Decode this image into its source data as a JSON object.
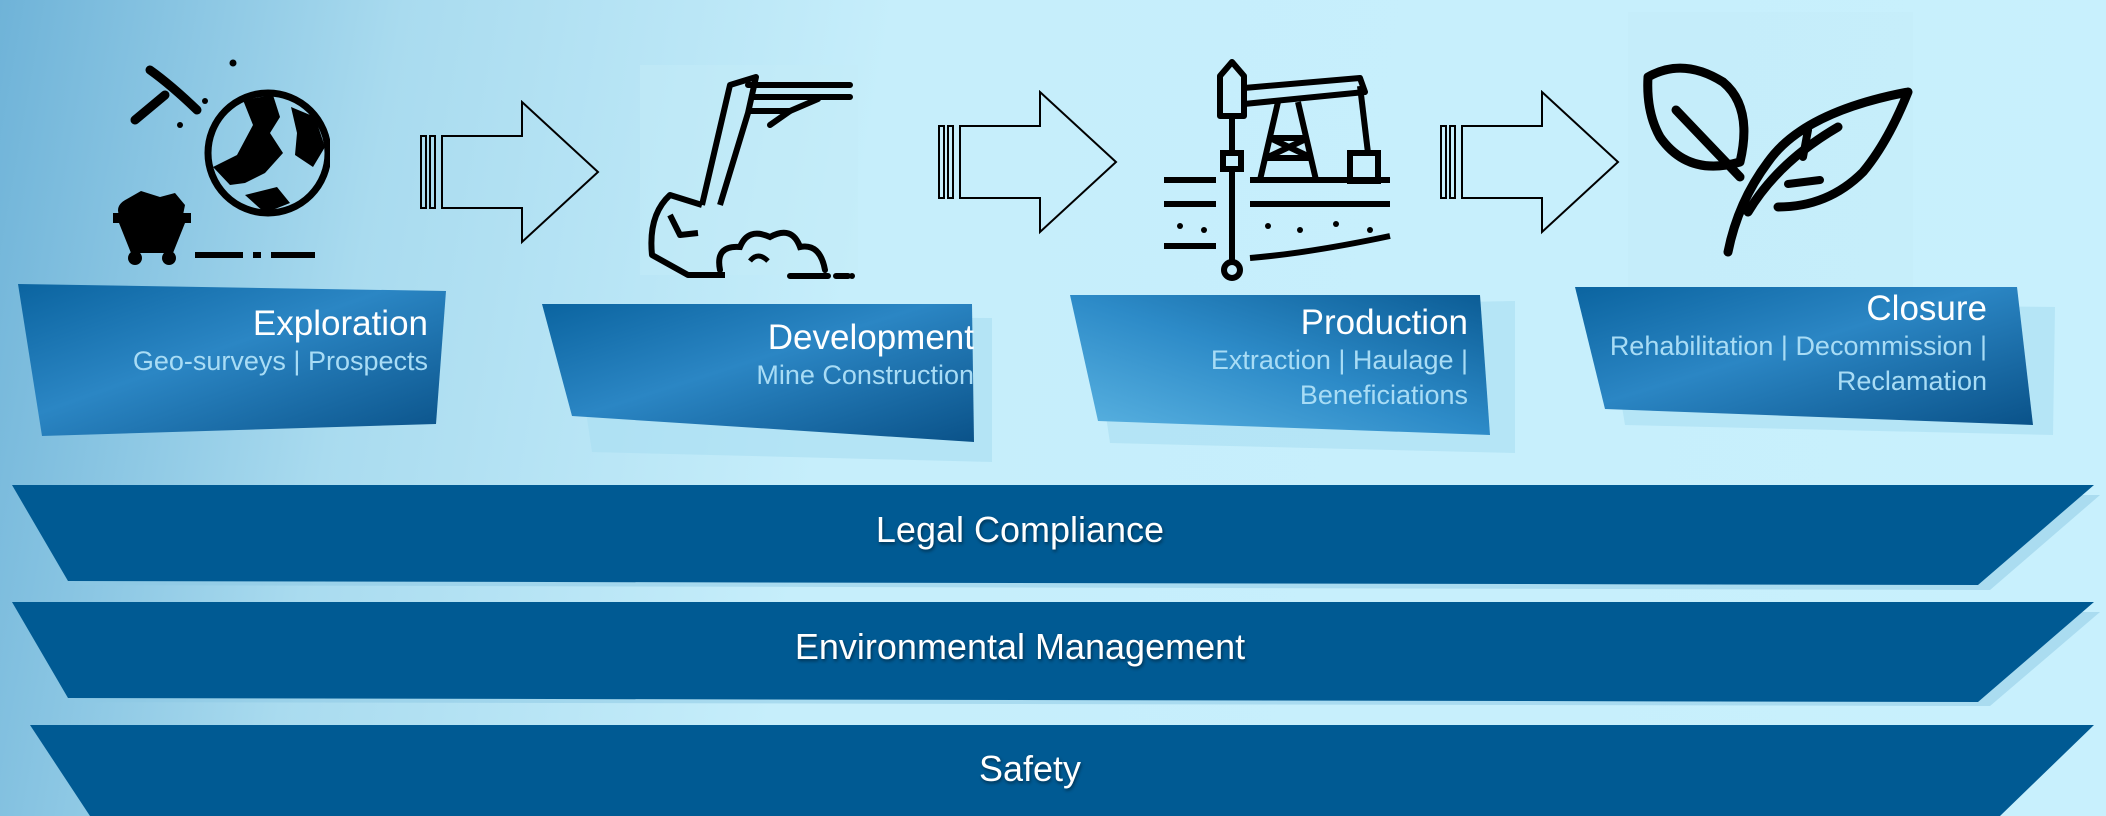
{
  "colors": {
    "band_fill": "#005a93",
    "box_dark": "#0a5f96",
    "box_light": "#4ea6d8",
    "title_text": "#ffffff",
    "subtitle_text": "#a8dcf5"
  },
  "stages": [
    {
      "title": "Exploration",
      "subtitle": [
        "Geo-surveys | Prospects"
      ],
      "icon": "mining-globe-icon"
    },
    {
      "title": "Development",
      "subtitle": [
        "Mine Construction"
      ],
      "icon": "excavator-icon"
    },
    {
      "title": "Production",
      "subtitle": [
        "Extraction | Haulage |",
        "Beneficiations"
      ],
      "icon": "pumpjack-icon"
    },
    {
      "title": "Closure",
      "subtitle": [
        "Rehabilitation | Decommission |",
        "Reclamation"
      ],
      "icon": "leaves-icon"
    }
  ],
  "bands": [
    {
      "label": "Legal Compliance"
    },
    {
      "label": "Environmental Management"
    },
    {
      "label": "Safety"
    }
  ]
}
